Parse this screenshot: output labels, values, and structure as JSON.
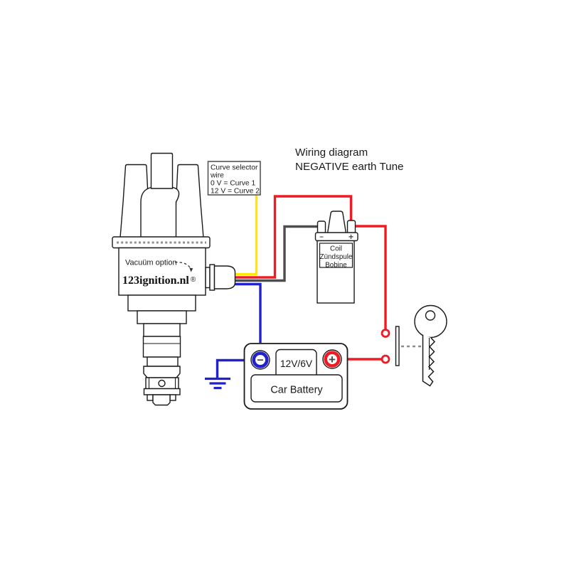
{
  "title": {
    "line1": "Wiring diagram",
    "line2": "NEGATIVE earth Tune"
  },
  "curve_selector_box": {
    "line1": "Curve selector",
    "line2": "wire",
    "line3": "0 V = Curve 1",
    "line4": "12 V = Curve 2"
  },
  "distributor": {
    "vacuum_label": "Vacuüm option",
    "brand": "123ignition.nl",
    "registered_mark": "®"
  },
  "coil": {
    "label_line1": "Coil",
    "label_line2": "Zündspule",
    "label_line3": "Bobine",
    "minus_symbol": "−",
    "plus_symbol": "+"
  },
  "battery": {
    "voltage_label": "12V/6V",
    "name_label": "Car Battery",
    "minus_symbol": "−",
    "plus_symbol": "+"
  },
  "colors": {
    "wire_yellow": "#FFE800",
    "wire_red": "#ED1C24",
    "wire_black": "#4D4D4D",
    "wire_blue": "#2222CC"
  },
  "wires": [
    {
      "name": "curve-selector-wire",
      "color": "#FFE800"
    },
    {
      "name": "distributor-to-coil-positive-wire",
      "color": "#ED1C24"
    },
    {
      "name": "distributor-to-coil-negative-wire",
      "color": "#4D4D4D"
    },
    {
      "name": "distributor-to-battery-negative-wire",
      "color": "#2222CC"
    },
    {
      "name": "battery-negative-to-ground-wire",
      "color": "#2222CC"
    },
    {
      "name": "coil-positive-to-ignition-switch-wire",
      "color": "#ED1C24"
    },
    {
      "name": "ignition-switch-to-battery-positive-wire",
      "color": "#ED1C24"
    }
  ]
}
